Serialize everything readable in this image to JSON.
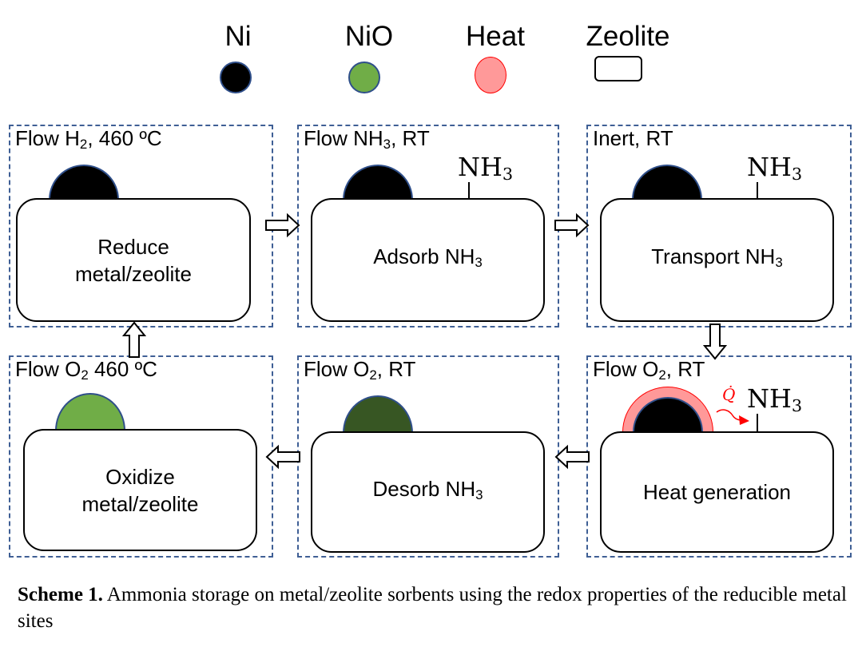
{
  "legend": [
    {
      "label": "Ni",
      "shape": "circle",
      "fill": "#000000",
      "stroke": "#2f4f8a"
    },
    {
      "label": "NiO",
      "shape": "circle",
      "fill": "#70ad47",
      "stroke": "#2f4f8a"
    },
    {
      "label": "Heat",
      "shape": "circle",
      "fill": "#ff9999",
      "stroke": "#ff0000"
    },
    {
      "label": "Zeolite",
      "shape": "rounded-rect",
      "fill": "#ffffff",
      "stroke": "#000000"
    }
  ],
  "steps": [
    {
      "condition_pre": "Flow H",
      "condition_sub": "2",
      "condition_post": ", 460 ºC",
      "label_line1": "Reduce",
      "label_line2": "metal/zeolite",
      "particle": "Ni",
      "particle_color": "#000000",
      "adsorbate": ""
    },
    {
      "condition_pre": "Flow NH",
      "condition_sub": "3",
      "condition_post": ", RT",
      "label_pre": "Adsorb NH",
      "label_sub": "3",
      "particle": "Ni",
      "particle_color": "#000000",
      "adsorbate": "NH",
      "adsorbate_sub": "3"
    },
    {
      "condition_pre": "Inert, RT",
      "condition_sub": "",
      "condition_post": "",
      "label_pre": "Transport NH",
      "label_sub": "3",
      "particle": "Ni",
      "particle_color": "#000000",
      "adsorbate": "NH",
      "adsorbate_sub": "3"
    },
    {
      "condition_pre": "Flow O",
      "condition_sub": "2",
      "condition_post": ", RT",
      "label_pre": "Heat generation",
      "label_sub": "",
      "particle": "Ni + heat",
      "particle_color": "#000000",
      "heat_color": "#ff9999",
      "heat_symbol": "Q̇",
      "adsorbate": "NH",
      "adsorbate_sub": "3"
    },
    {
      "condition_pre": "Flow O",
      "condition_sub": "2",
      "condition_post": ", RT",
      "label_pre": "Desorb NH",
      "label_sub": "3",
      "particle": "NiO (dark)",
      "particle_color": "#375623",
      "adsorbate": ""
    },
    {
      "condition_pre": "Flow O",
      "condition_sub": "2",
      "condition_post": " 460 ºC",
      "label_line1": "Oxidize",
      "label_line2": "metal/zeolite",
      "particle": "NiO",
      "particle_color": "#70ad47",
      "adsorbate": ""
    }
  ],
  "flow_order": [
    "Reduce metal/zeolite",
    "Adsorb NH3",
    "Transport NH3",
    "Heat generation",
    "Desorb NH3",
    "Oxidize metal/zeolite"
  ],
  "caption": {
    "bold": "Scheme 1.",
    "text": " Ammonia storage on metal/zeolite sorbents using the redox properties of the reducible metal sites"
  },
  "colors": {
    "panel_border": "#3f5f95",
    "heat_arrow": "#ff0000"
  }
}
